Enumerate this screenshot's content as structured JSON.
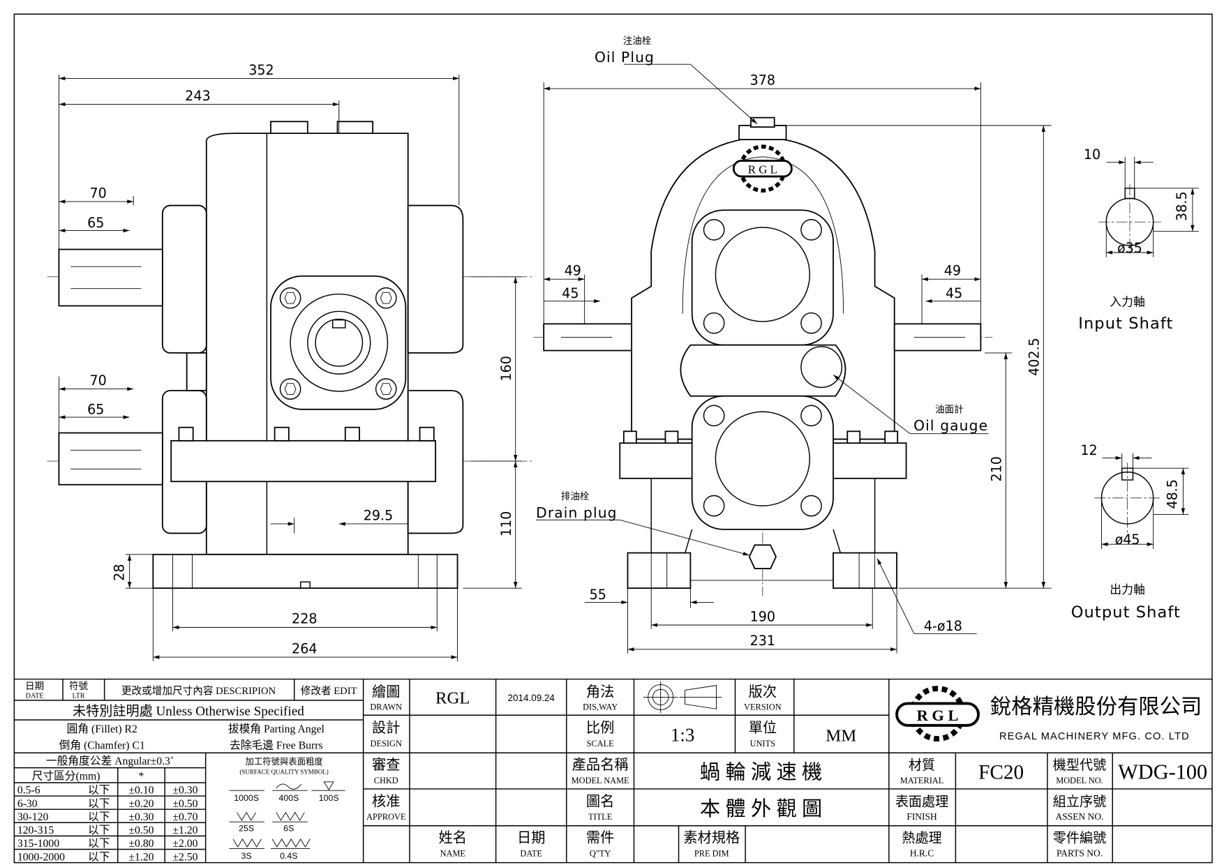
{
  "drawing": {
    "left_view": {
      "dims": {
        "overall_length": "352",
        "shaft_to_center": "243",
        "upper_shaft_70": "70",
        "upper_shaft_65": "65",
        "lower_shaft_70": "70",
        "lower_shaft_65": "65",
        "offset": "29.5",
        "center_height": "160",
        "lower_height": "110",
        "base_thickness": "28",
        "bolt_spacing": "228",
        "base_length": "264"
      }
    },
    "right_view": {
      "dims": {
        "overall_width": "378",
        "left_49": "49",
        "left_45": "45",
        "right_49": "49",
        "right_45": "45",
        "overall_height": "402.5",
        "input_height": "210",
        "foot_55": "55",
        "bolt_spacing": "190",
        "base_width": "231",
        "bolt_holes": "4-ø18"
      },
      "callouts": {
        "oil_plug_cn": "注油栓",
        "oil_plug_en": "Oil Plug",
        "oil_gauge_cn": "油面計",
        "oil_gauge_en": "Oil gauge",
        "drain_plug_cn": "排油栓",
        "drain_plug_en": "Drain plug"
      },
      "logo_text": "R G L"
    },
    "input_shaft": {
      "key_width": "10",
      "key_depth": "38.5",
      "diameter": "ø35",
      "label_cn": "入力軸",
      "label_en": "Input Shaft"
    },
    "output_shaft": {
      "key_width": "12",
      "key_depth": "48.5",
      "diameter": "ø45",
      "label_cn": "出力軸",
      "label_en": "Output Shaft"
    }
  },
  "title_block": {
    "revision_header": {
      "date_cn": "日期",
      "date_en": "DATE",
      "ltr_cn": "符號",
      "ltr_en": "LTR",
      "desc": "更改或增加尺寸內容 DESCRIPION",
      "edit": "修改者 EDIT"
    },
    "unless": "未特別註明處 Unless Otherwise Specified",
    "fillet": "圓角 (Fillet) R2",
    "parting": "拔模角 Parting Angel",
    "chamfer": "倒角 (Chamfer) C1",
    "burrs": "去除毛邊 Free Burrs",
    "angular": "一般角度公差 Angular±0.3˚",
    "tol_header": {
      "range": "尺寸區分(mm)",
      "star": "*"
    },
    "tolerances": [
      {
        "range": "0.5-6",
        "below": "以下",
        "a": "±0.10",
        "b": "±0.30"
      },
      {
        "range": "6-30",
        "below": "以下",
        "a": "±0.20",
        "b": "±0.50"
      },
      {
        "range": "30-120",
        "below": "以下",
        "a": "±0.30",
        "b": "±0.70"
      },
      {
        "range": "120-315",
        "below": "以下",
        "a": "±0.50",
        "b": "±1.20"
      },
      {
        "range": "315-1000",
        "below": "以下",
        "a": "±0.80",
        "b": "±2.00"
      },
      {
        "range": "1000-2000",
        "below": "以下",
        "a": "±1.20",
        "b": "±2.50"
      }
    ],
    "surface": {
      "title_cn": "加工符號與表面粗度",
      "title_en": "(SURFACE QUALITY SYMBOL)",
      "symbols": [
        "1000S",
        "400S",
        "100S",
        "25S",
        "6S",
        "3S",
        "0.4S"
      ]
    },
    "drawn": {
      "cn": "繪圖",
      "en": "DRAWN",
      "name": "RGL",
      "date": "2014.09.24"
    },
    "design": {
      "cn": "設計",
      "en": "DESIGN"
    },
    "chkd": {
      "cn": "審查",
      "en": "CHKD"
    },
    "approve": {
      "cn": "核准",
      "en": "APPROVE"
    },
    "name_col": {
      "cn": "姓名",
      "en": "NAME"
    },
    "date_col": {
      "cn": "日期",
      "en": "DATE"
    },
    "projection": {
      "cn": "角法",
      "en": "DIS,WAY"
    },
    "scale": {
      "cn": "比例",
      "en": "SCALE",
      "value": "1:3"
    },
    "version": {
      "cn": "版次",
      "en": "VERSION"
    },
    "units": {
      "cn": "單位",
      "en": "UNITS",
      "value": "MM"
    },
    "model_name": {
      "cn": "產品名稱",
      "en": "MODEL NAME",
      "value": "蝸 輪 減 速 機"
    },
    "title": {
      "cn": "圖名",
      "en": "TITLE",
      "value": "本 體 外 觀 圖"
    },
    "qty": {
      "cn": "需件",
      "en": "Q\"TY"
    },
    "pre_dim": {
      "cn": "素材規格",
      "en": "PRE DIM"
    },
    "company": {
      "logo": "R G L",
      "cn": "銳格精機股份有限公司",
      "en": "REGAL MACHINERY MFG. CO. LTD"
    },
    "material": {
      "cn": "材質",
      "en": "MATERIAL",
      "value": "FC20"
    },
    "model_no": {
      "cn": "機型代號",
      "en": "MODEL NO.",
      "value": "WDG-100"
    },
    "finish": {
      "cn": "表面處理",
      "en": "FINISH"
    },
    "assen_no": {
      "cn": "組立序號",
      "en": "ASSEN NO."
    },
    "hrc": {
      "cn": "熱處理",
      "en": "H.R.C"
    },
    "parts_no": {
      "cn": "零件編號",
      "en": "PARTS NO."
    }
  }
}
